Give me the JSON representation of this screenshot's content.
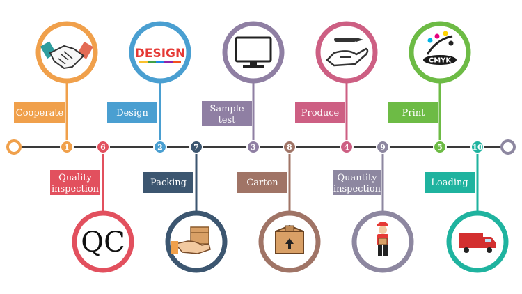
{
  "colors": {
    "line": "#3a3a3a",
    "cooperate": "#f0a04b",
    "design": "#4a9fd1",
    "sample_test": "#8f7fa3",
    "produce": "#cd5f83",
    "print": "#6dbb45",
    "quality_inspection": "#e2505e",
    "packing": "#3c5670",
    "carton": "#a07466",
    "quantity_inspection": "#8d87a0",
    "loading": "#1fb39f"
  },
  "top_steps": [
    {
      "id": "cooperate",
      "number": "1",
      "label": "Cooperate",
      "icon": "handshake-icon"
    },
    {
      "id": "design",
      "number": "2",
      "label": "Design",
      "icon": "design-logo-icon",
      "icon_text": "DESIGN"
    },
    {
      "id": "sample_test",
      "number": "3",
      "label_lines": [
        "Sample",
        "test"
      ],
      "icon": "monitor-icon"
    },
    {
      "id": "produce",
      "number": "4",
      "label": "Produce",
      "icon": "hand-pen-icon"
    },
    {
      "id": "print",
      "number": "5",
      "label": "Print",
      "icon": "cmyk-ink-icon",
      "icon_text": "CMYK"
    }
  ],
  "bottom_steps": [
    {
      "id": "quality_inspection",
      "number": "6",
      "label_lines": [
        "Quality",
        "inspection"
      ],
      "icon": "qc-icon",
      "icon_text": "QC"
    },
    {
      "id": "packing",
      "number": "7",
      "label": "Packing",
      "icon": "hand-box-icon"
    },
    {
      "id": "carton",
      "number": "8",
      "label": "Carton",
      "icon": "carton-box-icon"
    },
    {
      "id": "quantity_inspection",
      "number": "9",
      "label_lines": [
        "Quantity",
        "inspection"
      ],
      "icon": "delivery-man-icon"
    },
    {
      "id": "loading",
      "number": "10",
      "label": "Loading",
      "icon": "truck-icon"
    }
  ]
}
